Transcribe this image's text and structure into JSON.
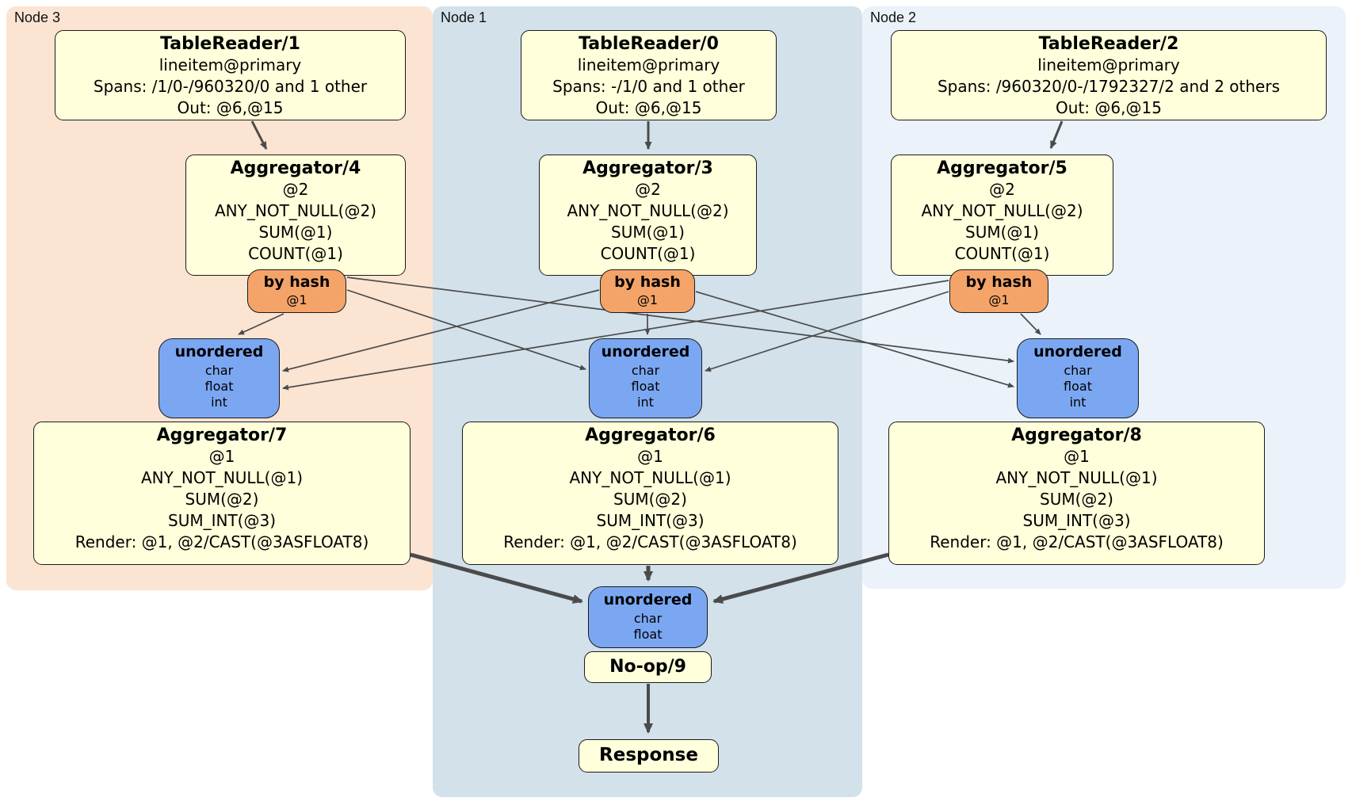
{
  "nodes": {
    "node3": {
      "label": "Node 3",
      "reader": {
        "title": "TableReader/1",
        "l1": "lineitem@primary",
        "l2": "Spans: /1/0-/960320/0 and 1 other",
        "l3": "Out: @6,@15"
      },
      "agg_top": {
        "title": "Aggregator/4",
        "l1": "@2",
        "l2": "ANY_NOT_NULL(@2)",
        "l3": "SUM(@1)",
        "l4": "COUNT(@1)"
      },
      "router": {
        "title": "by hash",
        "sub": "@1"
      },
      "sync": {
        "title": "unordered",
        "l1": "char",
        "l2": "float",
        "l3": "int"
      },
      "agg_bottom": {
        "title": "Aggregator/7",
        "l1": "@1",
        "l2": "ANY_NOT_NULL(@1)",
        "l3": "SUM(@2)",
        "l4": "SUM_INT(@3)",
        "l5": "Render: @1, @2/CAST(@3ASFLOAT8)"
      }
    },
    "node1": {
      "label": "Node 1",
      "reader": {
        "title": "TableReader/0",
        "l1": "lineitem@primary",
        "l2": "Spans: -/1/0 and 1 other",
        "l3": "Out: @6,@15"
      },
      "agg_top": {
        "title": "Aggregator/3",
        "l1": "@2",
        "l2": "ANY_NOT_NULL(@2)",
        "l3": "SUM(@1)",
        "l4": "COUNT(@1)"
      },
      "router": {
        "title": "by hash",
        "sub": "@1"
      },
      "sync": {
        "title": "unordered",
        "l1": "char",
        "l2": "float",
        "l3": "int"
      },
      "agg_bottom": {
        "title": "Aggregator/6",
        "l1": "@1",
        "l2": "ANY_NOT_NULL(@1)",
        "l3": "SUM(@2)",
        "l4": "SUM_INT(@3)",
        "l5": "Render: @1, @2/CAST(@3ASFLOAT8)"
      }
    },
    "node2": {
      "label": "Node 2",
      "reader": {
        "title": "TableReader/2",
        "l1": "lineitem@primary",
        "l2": "Spans: /960320/0-/1792327/2 and 2 others",
        "l3": "Out: @6,@15"
      },
      "agg_top": {
        "title": "Aggregator/5",
        "l1": "@2",
        "l2": "ANY_NOT_NULL(@2)",
        "l3": "SUM(@1)",
        "l4": "COUNT(@1)"
      },
      "router": {
        "title": "by hash",
        "sub": "@1"
      },
      "sync": {
        "title": "unordered",
        "l1": "char",
        "l2": "float",
        "l3": "int"
      },
      "agg_bottom": {
        "title": "Aggregator/8",
        "l1": "@1",
        "l2": "ANY_NOT_NULL(@1)",
        "l3": "SUM(@2)",
        "l4": "SUM_INT(@3)",
        "l5": "Render: @1, @2/CAST(@3ASFLOAT8)"
      }
    }
  },
  "final_chain": {
    "sync": {
      "title": "unordered",
      "l1": "char",
      "l2": "float"
    },
    "noop": {
      "title": "No-op/9"
    },
    "response": {
      "title": "Response"
    }
  },
  "colors": {
    "node3_bg": "#fce4d3",
    "node1_bg": "#d2e1ea",
    "node2_bg": "#ebf2fa",
    "box_fill": "#ffffdb",
    "router_fill": "#f5a469",
    "sync_fill": "#7ba7f2",
    "border": "#1b1b1b",
    "edge": "#4b4b4b"
  }
}
